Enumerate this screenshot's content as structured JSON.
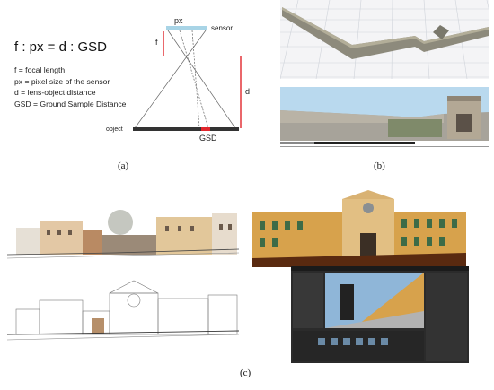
{
  "panel_a": {
    "formula": "f : px = d : GSD",
    "legend": [
      "f = focal length",
      "px =  pixel size of the sensor",
      "d = lens-object distance",
      "GSD = Ground Sample Distance"
    ],
    "labels": {
      "px": "px",
      "sensor": "sensor",
      "f": "f",
      "d": "d",
      "object": "object",
      "gsd": "GSD"
    },
    "caption": "(a)"
  },
  "panel_b": {
    "caption": "(b)"
  },
  "panel_c": {
    "caption": "(c)"
  },
  "colors": {
    "sensor": "#a8d4e6",
    "red_line": "#e0262c",
    "sky": "#b9d9ee",
    "facade_ochre": "#d7a24c",
    "software_dark": "#2b2b2b"
  }
}
